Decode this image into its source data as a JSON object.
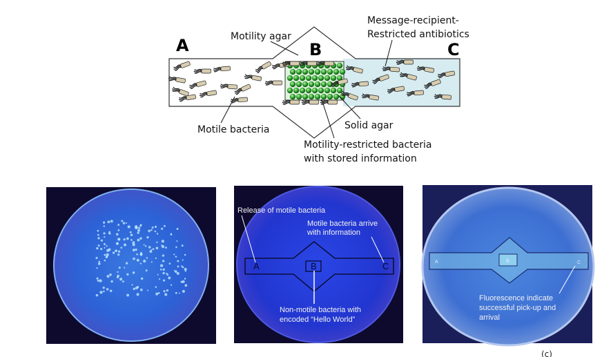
{
  "schematic": {
    "letters": {
      "a": "A",
      "b": "B",
      "c": "C"
    },
    "labels": {
      "motility_agar": "Motility agar",
      "recipient_line1": "Message-recipient-",
      "recipient_line2": "Restricted antibiotics",
      "motile_bacteria": "Motile bacteria",
      "solid_agar": "Solid agar",
      "restricted_line1": "Motility-restricted bacteria",
      "restricted_line2": "with stored information"
    }
  },
  "photos": {
    "middle": {
      "release": "Release of motile bacteria",
      "arrive_line1": "Motile bacteria arrive",
      "arrive_line2": "with information",
      "nonmotile_line1": "Non-motile bacteria with",
      "nonmotile_line2": "encoded “Hello World”",
      "letter_a": "A",
      "letter_b": "B",
      "letter_c": "C"
    },
    "right": {
      "fluor_line1": "Fluorescence indicate",
      "fluor_line2": "successful pick-up and",
      "fluor_line3": "arrival",
      "letter_a": "A",
      "letter_b": "B",
      "letter_c": "C"
    }
  },
  "panel_tag": "(c)",
  "colors": {
    "plate_bg": "#0d0a2e",
    "plate_fill": "#1f3fd8",
    "zone_c_fill": "#d6ecf1",
    "bacteria_body": "#d8cdb0",
    "bacteria_flagella": "#111111",
    "green_colony": "#2a9d2a"
  }
}
